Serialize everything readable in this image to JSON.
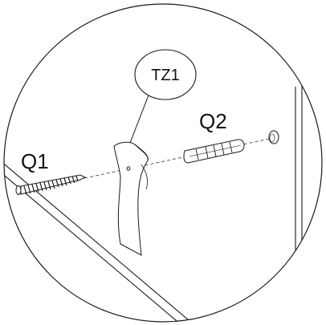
{
  "diagram": {
    "labels": {
      "screw": "Q1",
      "anchor": "Q2",
      "bracket": "TZ1"
    },
    "colors": {
      "stroke": "#1a1a1a",
      "background": "#ffffff"
    },
    "icons": {
      "screw": "screw-icon",
      "anchor": "wall-anchor-icon",
      "bracket": "bracket-icon",
      "wall_hole": "wall-hole-icon"
    }
  }
}
